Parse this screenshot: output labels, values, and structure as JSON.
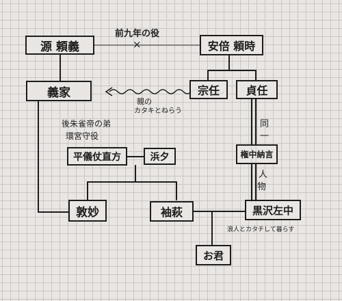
{
  "title": "前九年の役",
  "war_mark": "×",
  "nodes": {
    "minamoto_yoriyoshi": "源 頼義",
    "abe_yoritoki": "安倍 頼時",
    "yoshiie": "義家",
    "muneto": "宗任",
    "sadato": "貞任",
    "taira_gishi": "平儀仗直方",
    "hamayu": "浜夕",
    "hitachi_nagon": "権中納言",
    "atsumi": "敦妙",
    "sodehagi": "袖萩",
    "kurosawa_saemon": "黒沢左中",
    "okimi": "お君"
  },
  "notes": {
    "enemy": "親のカタキとねらう",
    "enemy_line1": "親の",
    "enemy_line2": "カタキとねらう",
    "guardian": "後朱雀帝の弟環宮守役",
    "guardian_line1": "後朱雀帝の弟",
    "guardian_line2": "環宮守役",
    "same_person": "同一人物",
    "same_line1": "同",
    "same_line2": "一",
    "person_line1": "人",
    "person_line2": "物",
    "blind": "浪人とカタチして暮らす"
  }
}
